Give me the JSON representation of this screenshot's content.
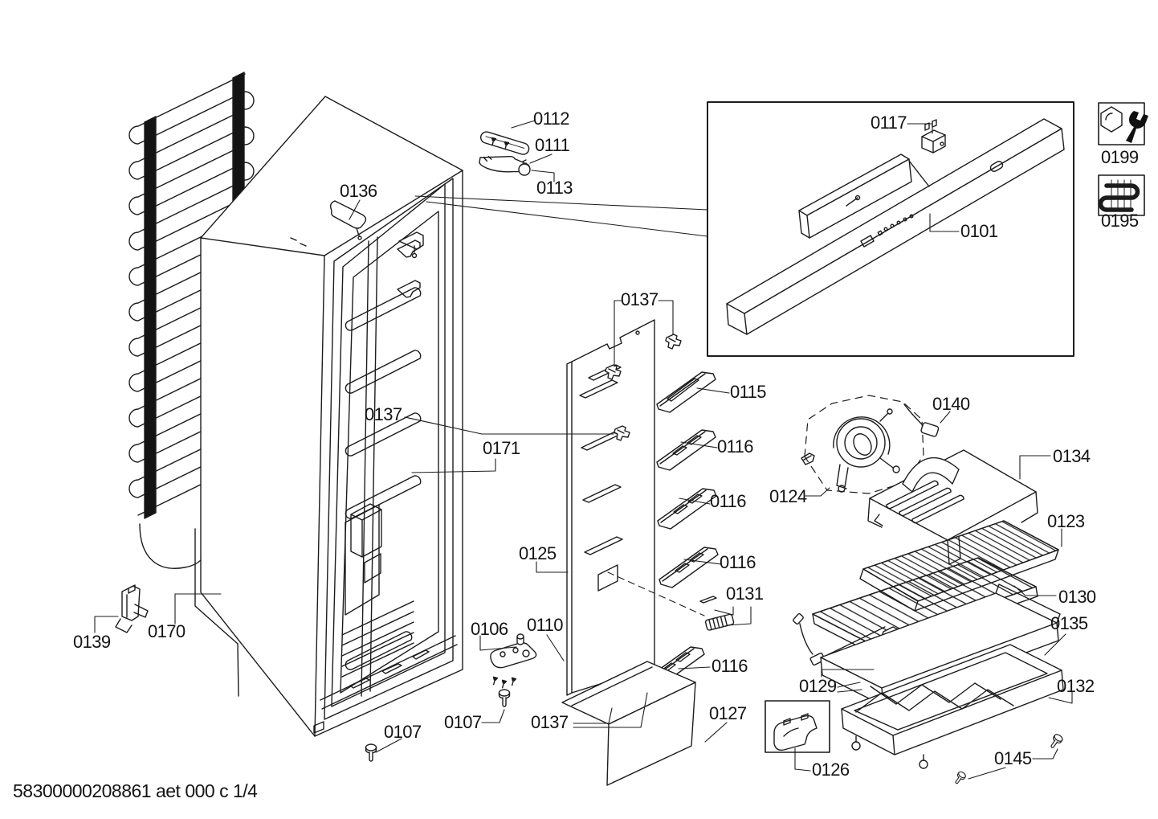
{
  "document": {
    "footer_code": "58300000208861 aet 000 c 1/4"
  },
  "legend": {
    "icons": [
      {
        "code": "0199",
        "icon": "wrench-nut-icon",
        "meaning": "service-tool-part"
      },
      {
        "code": "0195",
        "icon": "heater-coil-icon",
        "meaning": "tube-heater-part"
      }
    ]
  },
  "parts": {
    "p0101": {
      "text": "0101"
    },
    "p0106": {
      "text": "0106"
    },
    "p0107_left": {
      "text": "0107"
    },
    "p0107_right": {
      "text": "0107"
    },
    "p0110": {
      "text": "0110"
    },
    "p0111": {
      "text": "0111"
    },
    "p0112": {
      "text": "0112"
    },
    "p0113": {
      "text": "0113"
    },
    "p0115": {
      "text": "0115"
    },
    "p0116_1": {
      "text": "0116"
    },
    "p0116_2": {
      "text": "0116"
    },
    "p0116_3": {
      "text": "0116"
    },
    "p0116_4": {
      "text": "0116"
    },
    "p0117": {
      "text": "0117"
    },
    "p0123": {
      "text": "0123"
    },
    "p0124": {
      "text": "0124"
    },
    "p0125": {
      "text": "0125"
    },
    "p0126": {
      "text": "0126"
    },
    "p0127": {
      "text": "0127"
    },
    "p0129": {
      "text": "0129"
    },
    "p0130": {
      "text": "0130"
    },
    "p0131": {
      "text": "0131"
    },
    "p0132": {
      "text": "0132"
    },
    "p0134": {
      "text": "0134"
    },
    "p0135": {
      "text": "0135"
    },
    "p0136": {
      "text": "0136"
    },
    "p0137_top": {
      "text": "0137"
    },
    "p0137_mid": {
      "text": "0137"
    },
    "p0137_bottom": {
      "text": "0137"
    },
    "p0139": {
      "text": "0139"
    },
    "p0140": {
      "text": "0140"
    },
    "p0145": {
      "text": "0145"
    },
    "p0170": {
      "text": "0170"
    },
    "p0171": {
      "text": "0171"
    },
    "p0195": {
      "text": "0195"
    },
    "p0199": {
      "text": "0199"
    }
  }
}
